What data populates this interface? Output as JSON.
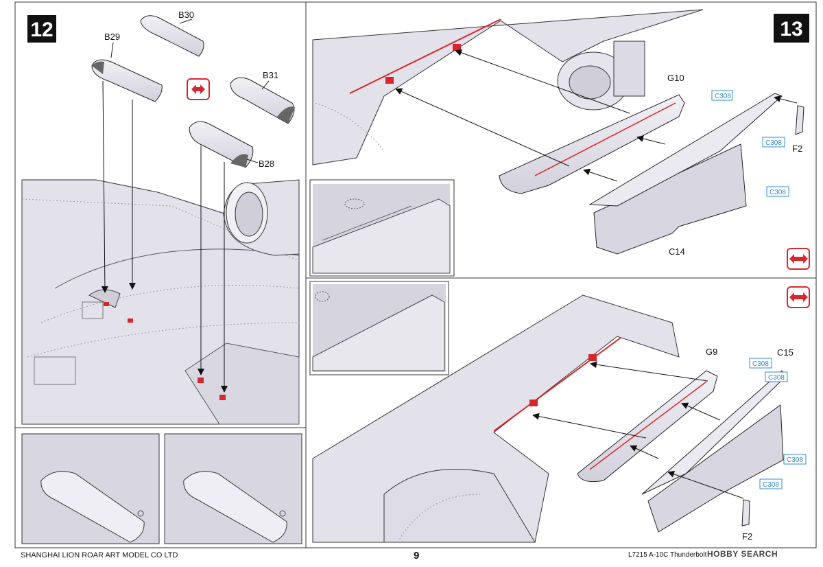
{
  "steps": {
    "step12": {
      "number": "12"
    },
    "step13": {
      "number": "13"
    }
  },
  "labels": {
    "b30": "B30",
    "b29": "B29",
    "b31": "B31",
    "b28": "B28",
    "g10": "G10",
    "c14": "C14",
    "f2_top": "F2",
    "g9": "G9",
    "c15": "C15",
    "f2_bottom": "F2"
  },
  "colour_callouts": {
    "c308_a": "C308",
    "c308_b": "C308",
    "c308_c": "C308",
    "c308_d": "C308",
    "c308_e": "C308",
    "c308_f": "C308",
    "c308_g": "C308"
  },
  "footer": {
    "company": "SHANGHAI LION ROAR ART MODEL CO LTD",
    "page": "9",
    "product": "L7215 A-10C Thunderbolt",
    "watermark": "HOBBY SEARCH"
  },
  "colors": {
    "part_fill": "#e6e4ec",
    "part_shadow": "#bdbac8",
    "line": "#222222",
    "red": "#d8262d",
    "callout_blue": "#2b8bd4",
    "step_badge": "#111111"
  },
  "icons": [
    "symmetric-arrows-icon",
    "arrow-pointer-icon"
  ]
}
